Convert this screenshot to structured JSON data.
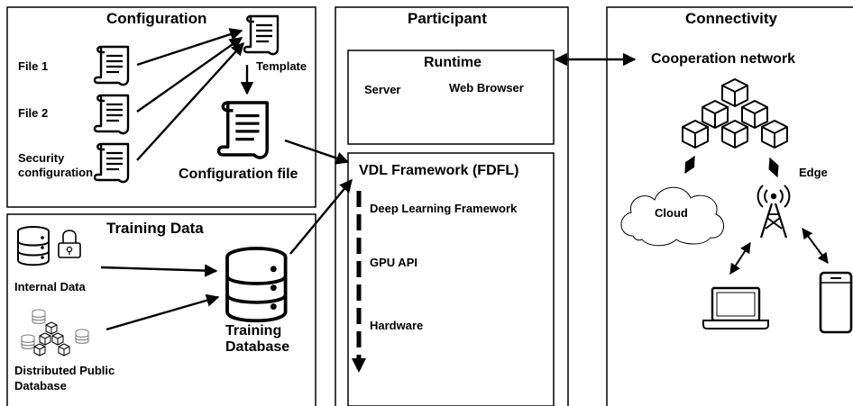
{
  "configuration": {
    "title": "Configuration",
    "files": [
      "File 1",
      "File 2"
    ],
    "security_line1": "Security",
    "security_line2": "configuration",
    "template_label": "Template",
    "config_file_label": "Configuration file"
  },
  "training": {
    "title": "Training Data",
    "internal_label": "Internal Data",
    "public_line1": "Distributed Public",
    "public_line2": "Database",
    "db_line1": "Training",
    "db_line2": "Database"
  },
  "participant": {
    "title": "Participant",
    "runtime": {
      "title": "Runtime",
      "server": "Server",
      "browser": "Web Browser"
    },
    "framework": {
      "title": "VDL Framework (FDFL)",
      "layers": [
        "Deep Learning Framework",
        "GPU API",
        "Hardware"
      ]
    }
  },
  "connectivity": {
    "title": "Connectivity",
    "network_label": "Cooperation network",
    "cloud_label": "Cloud",
    "edge_label": "Edge"
  }
}
